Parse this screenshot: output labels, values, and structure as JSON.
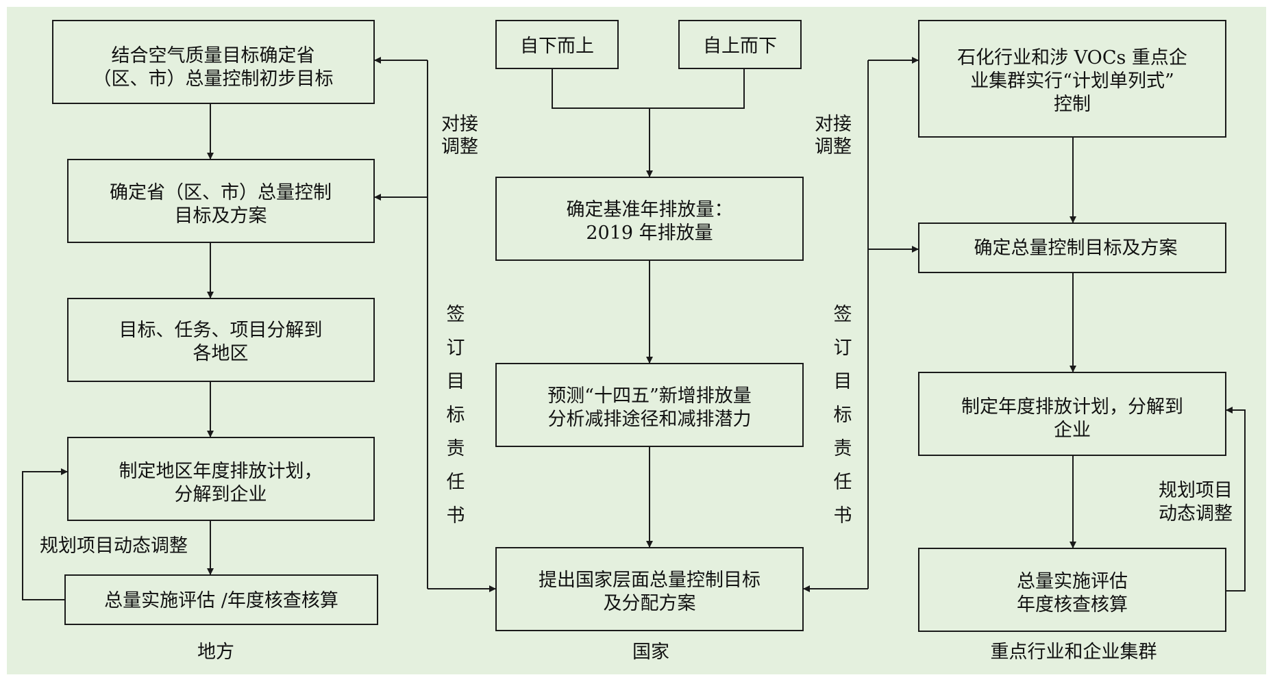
{
  "colors": {
    "panel": "#e4f0de",
    "box_fill": "#e4f0de",
    "line": "#1a1a1a",
    "text": "#111111"
  },
  "local": {
    "box1": [
      "结合空气质量目标确定省",
      "（区、市）总量控制初步目标"
    ],
    "box2": [
      "确定省（区、市）总量控制",
      "目标及方案"
    ],
    "box3": [
      "目标、任务、项目分解到",
      "各地区"
    ],
    "box4": [
      "制定地区年度排放计划，",
      "分解到企业"
    ],
    "box5": "总量实施评估 /年度核查核算",
    "feedback_label": "规划项目动态调整",
    "column_label": "地方"
  },
  "national": {
    "bottom_up": "自下而上",
    "top_down": "自上而下",
    "box1": [
      "确定基准年排放量：",
      "2019 年排放量"
    ],
    "box2": [
      "预测“十四五”新增排放量",
      "分析减排途径和减排潜力"
    ],
    "box3": [
      "提出国家层面总量控制目标",
      "及分配方案"
    ],
    "column_label": "国家"
  },
  "left_link": {
    "adjust_label": [
      "对接",
      "调整"
    ],
    "sign_label": [
      "签",
      "订",
      "目",
      "标",
      "责",
      "任",
      "书"
    ]
  },
  "right_link": {
    "adjust_label": [
      "对接",
      "调整"
    ],
    "sign_label": [
      "签",
      "订",
      "目",
      "标",
      "责",
      "任",
      "书"
    ]
  },
  "industry": {
    "box1": [
      "石化行业和涉 VOCs 重点企",
      "业集群实行“计划单列式”",
      "控制"
    ],
    "box2": "确定总量控制目标及方案",
    "box3": [
      "制定年度排放计划，分解到",
      "企业"
    ],
    "box4": [
      "总量实施评估",
      "年度核查核算"
    ],
    "feedback_label": [
      "规划项目",
      "动态调整"
    ],
    "column_label": "重点行业和企业集群"
  }
}
